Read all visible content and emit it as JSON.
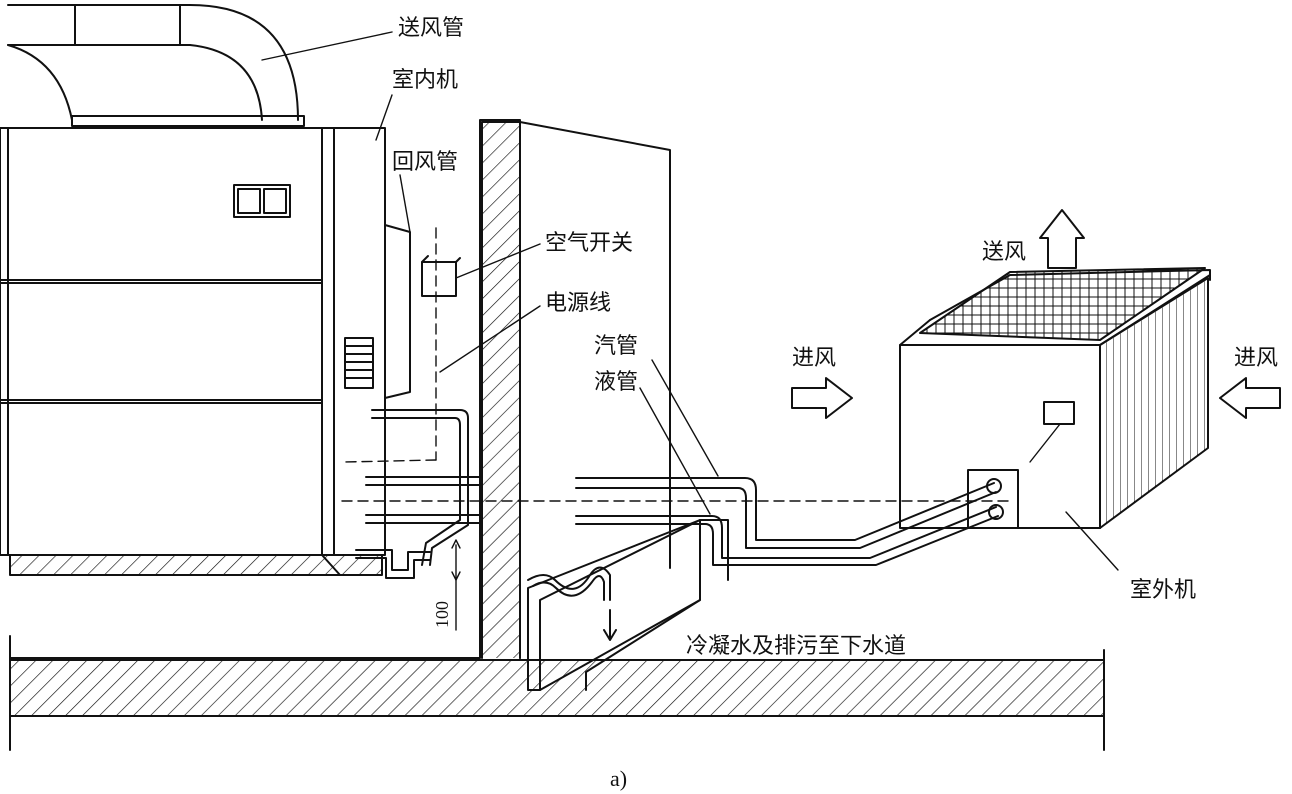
{
  "labels": {
    "supply_duct": "送风管",
    "indoor_unit": "室内机",
    "return_duct": "回风管",
    "air_switch": "空气开关",
    "power_line": "电源线",
    "gas_pipe": "汽管",
    "liquid_pipe": "液管",
    "supply_air": "送风",
    "inlet_left": "进风",
    "inlet_right": "进风",
    "outdoor_unit": "室外机",
    "drain": "冷凝水及排污至下水道",
    "dimension": "100"
  },
  "caption": "a)",
  "colors": {
    "line": "#111111",
    "background": "#ffffff"
  }
}
